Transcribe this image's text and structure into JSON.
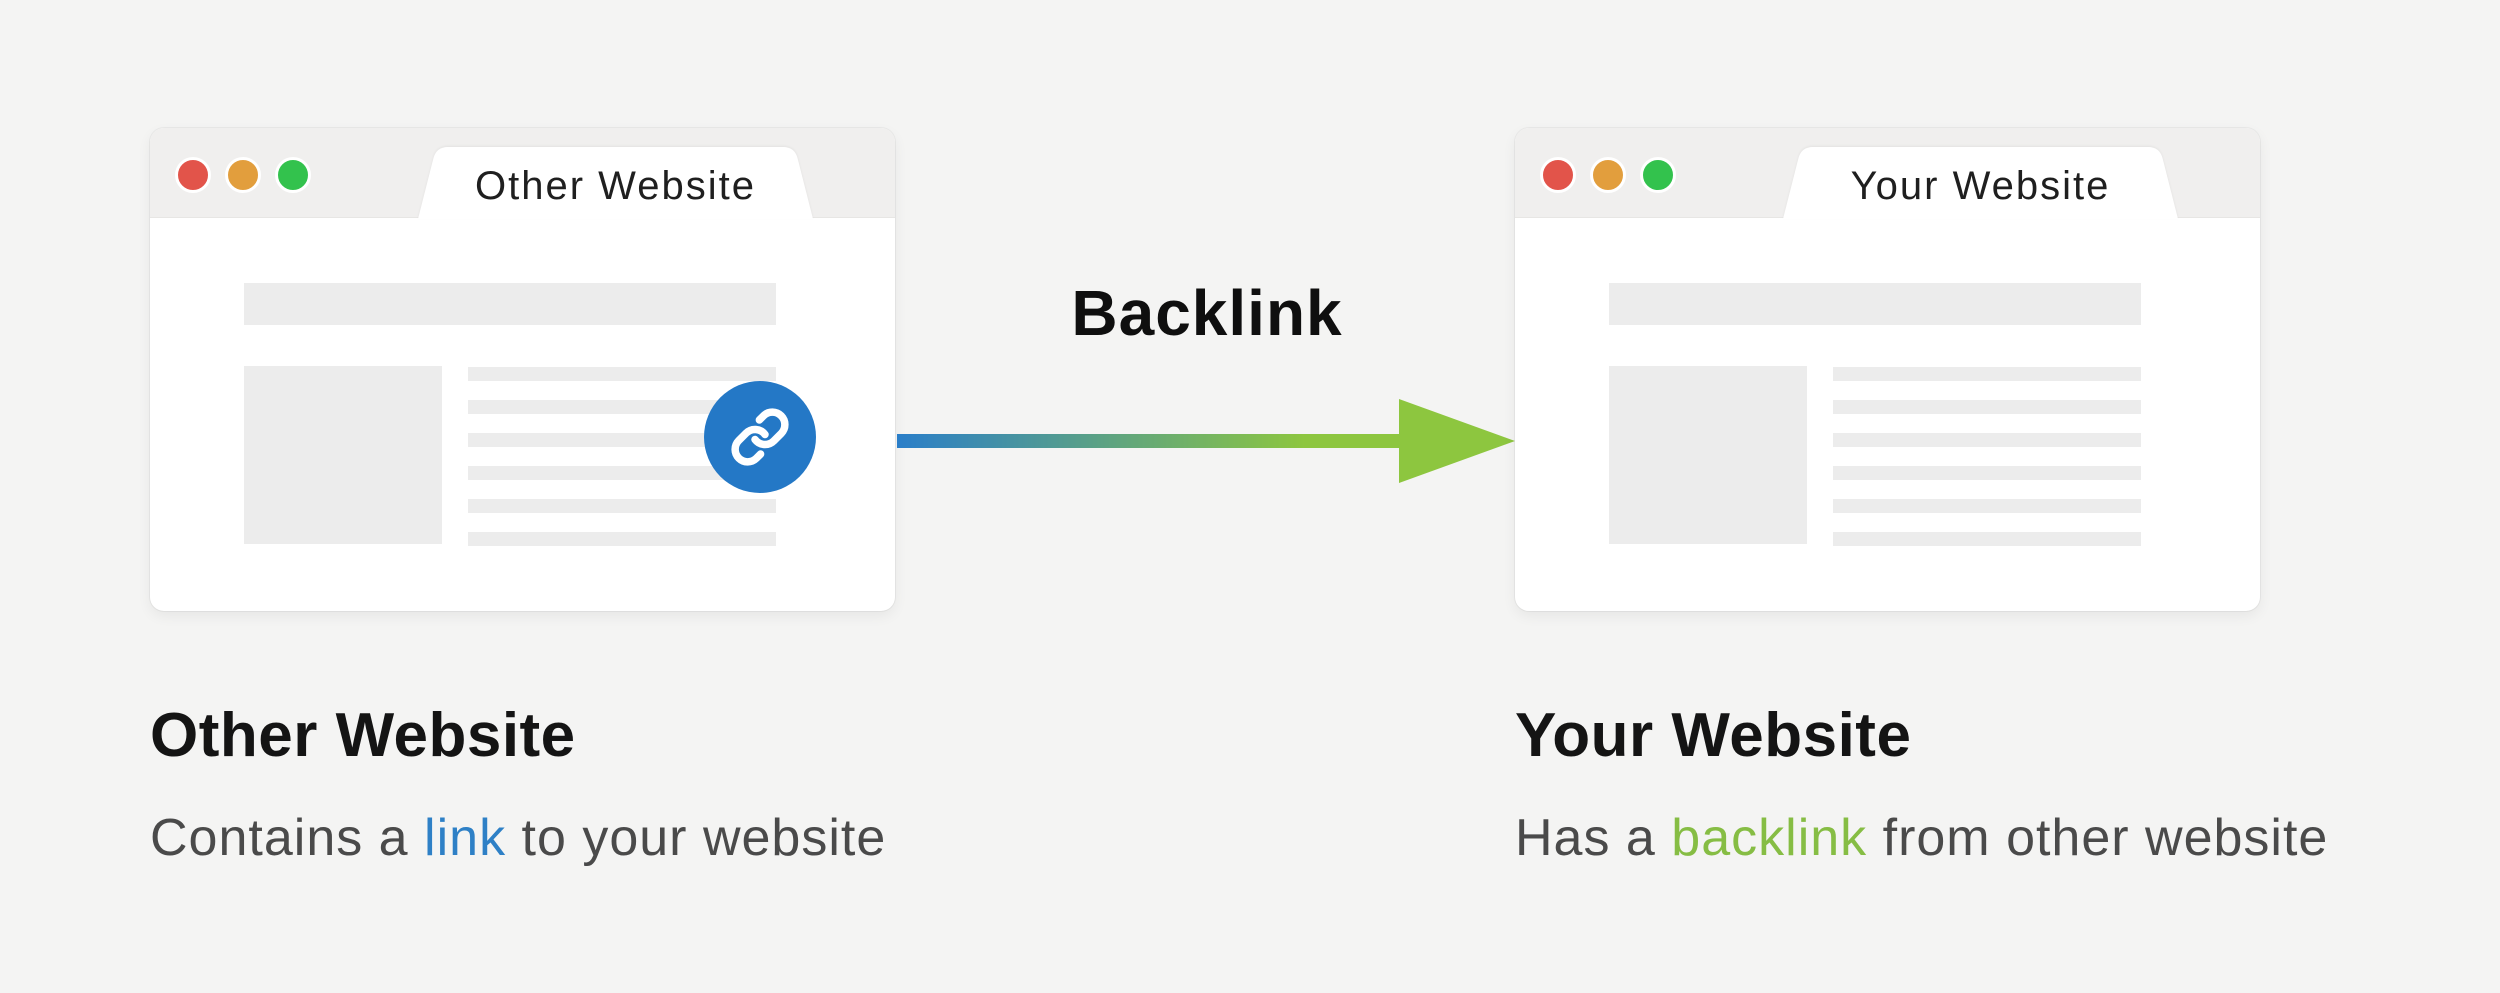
{
  "page": {
    "background_color": "#f4f4f3",
    "description_icons": {
      "chain_link_icon": "two interlocked rounded link segments, white stroke on blue circle",
      "traffic_lights": "mac window close / minimize / zoom dots",
      "backlink_arrow": "horizontal arrow, blue-to-green gradient, green head"
    }
  },
  "window_chrome": {
    "traffic_lights": [
      {
        "name": "close-dot",
        "color": "#e2544a"
      },
      {
        "name": "minimize-dot",
        "color": "#e29e3d"
      },
      {
        "name": "zoom-dot",
        "color": "#33c24d"
      }
    ],
    "titlebar_color": "#f0efee",
    "placeholder_color": "#ececec"
  },
  "arrow": {
    "label": "Backlink",
    "gradient_start_color": "#2a7ec9",
    "gradient_end_color": "#8dc63f"
  },
  "left_window": {
    "tab_title": "Other Website",
    "link_badge": {
      "icon": "chain-link-icon",
      "background_color": "#2478c6",
      "glyph_color": "#ffffff"
    },
    "caption": {
      "title": "Other Website",
      "pre": "Contains a ",
      "highlight": "link",
      "post": " to your website",
      "highlight_color": "#2e80c6"
    }
  },
  "right_window": {
    "tab_title": "Your Website",
    "caption": {
      "title": "Your Website",
      "pre": "Has a ",
      "highlight": "backlink",
      "post": " from other website",
      "highlight_color": "#86bd44"
    }
  }
}
